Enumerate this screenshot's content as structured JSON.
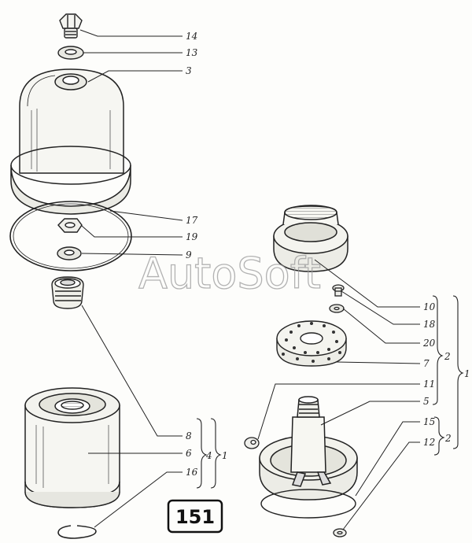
{
  "watermark": "AutoSoft",
  "figure_number": "151",
  "callouts": {
    "c14": "14",
    "c13": "13",
    "c3": "3",
    "c17": "17",
    "c19": "19",
    "c9": "9",
    "c10": "10",
    "c18": "18",
    "c20": "20",
    "c7": "7",
    "c11": "11",
    "c5": "5",
    "c15": "15",
    "c12": "12",
    "c8": "8",
    "c6": "6",
    "c16": "16"
  },
  "groups": {
    "g2_upper": "2",
    "g1_right": "1",
    "g2_lower": "2",
    "g4": "4",
    "g1_left": "1"
  }
}
